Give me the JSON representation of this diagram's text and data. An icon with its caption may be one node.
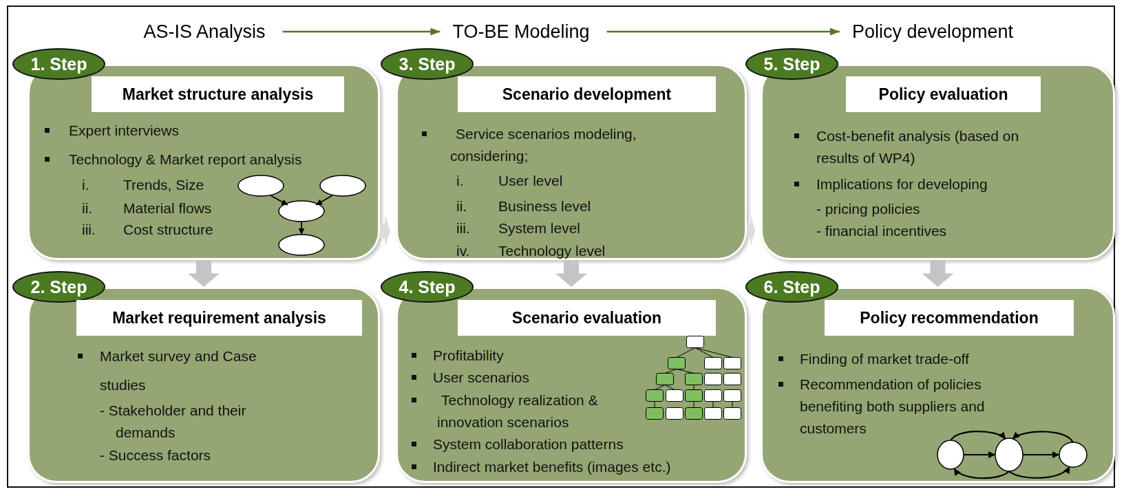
{
  "diagram": {
    "nodes": [
      {
        "text": [
          "AS-IS Analysis"
        ]
      },
      {
        "text": [
          "TO-BE Modeling"
        ]
      },
      {
        "text": [
          "Policy development"
        ]
      },
      {
        "text": [
          "1. Step",
          "Market structure analysis",
          "Expert interviews",
          "Technology & Market report analysis",
          "i.",
          "Trends, Size",
          "ii.",
          "Material flows",
          "iii.",
          "Cost structure"
        ]
      },
      {
        "text": [
          "2. Step",
          "Market requirement analysis",
          "Market survey and Case studies",
          "- Stakeholder and their demands",
          "- Success factors"
        ]
      },
      {
        "text": [
          "3. Step",
          "Scenario development",
          "Service scenarios modeling, considering;",
          "i.",
          "User level",
          "ii.",
          "Business level",
          "iii.",
          "System level",
          "iv.",
          "Technology level"
        ]
      },
      {
        "text": [
          "4. Step",
          "Scenario evaluation",
          "Profitability",
          "User scenarios",
          "Technology realization & innovation scenarios",
          "System collaboration patterns",
          "Indirect market benefits (images etc.)"
        ]
      },
      {
        "text": [
          "5. Step",
          "Policy evaluation",
          "Cost-benefit analysis (based on results of WP4)",
          "Implications for developing",
          "- pricing policies",
          "- financial incentives"
        ]
      },
      {
        "text": [
          "6. Step",
          "Policy recommendation",
          "Finding of market trade-off",
          "Recommendation of policies benefiting both suppliers and customers"
        ]
      }
    ],
    "edges": [
      {
        "from": 0,
        "to": 1,
        "arrow": "to",
        "color": "#4e7a27"
      },
      {
        "from": 1,
        "to": 2,
        "arrow": "to",
        "color": "#4e7a27"
      },
      {
        "from": 3,
        "to": 4,
        "arrow": "to",
        "style": "thick",
        "color": "#c4c4c4"
      },
      {
        "from": 5,
        "to": 6,
        "arrow": "to",
        "style": "thick",
        "color": "#c4c4c4"
      },
      {
        "from": 7,
        "to": 8,
        "arrow": "to",
        "style": "thick",
        "color": "#c4c4c4"
      },
      {
        "from": 3,
        "to": 5,
        "arrow": "to",
        "style": "thick",
        "color": "#dcdcdc"
      },
      {
        "from": 5,
        "to": 7,
        "arrow": "to",
        "style": "thick",
        "color": "#dcdcdc"
      }
    ]
  }
}
